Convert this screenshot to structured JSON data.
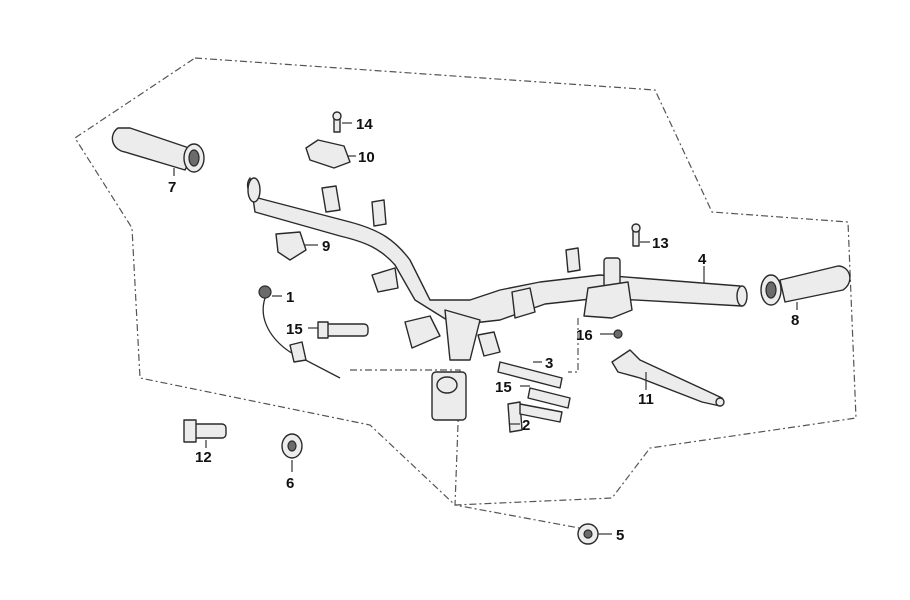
{
  "callouts": [
    {
      "id": "1",
      "label": "1"
    },
    {
      "id": "2",
      "label": "2"
    },
    {
      "id": "3",
      "label": "3"
    },
    {
      "id": "4",
      "label": "4"
    },
    {
      "id": "5",
      "label": "5"
    },
    {
      "id": "6",
      "label": "6"
    },
    {
      "id": "7",
      "label": "7"
    },
    {
      "id": "8",
      "label": "8"
    },
    {
      "id": "9",
      "label": "9"
    },
    {
      "id": "10",
      "label": "10"
    },
    {
      "id": "11",
      "label": "11"
    },
    {
      "id": "12",
      "label": "12"
    },
    {
      "id": "13",
      "label": "13"
    },
    {
      "id": "14",
      "label": "14"
    },
    {
      "id": "15a",
      "label": "15"
    },
    {
      "id": "15b",
      "label": "15"
    },
    {
      "id": "16",
      "label": "16"
    }
  ],
  "colors": {
    "line": "#2a2a2a",
    "fill": "#ececec",
    "text": "#111111"
  }
}
